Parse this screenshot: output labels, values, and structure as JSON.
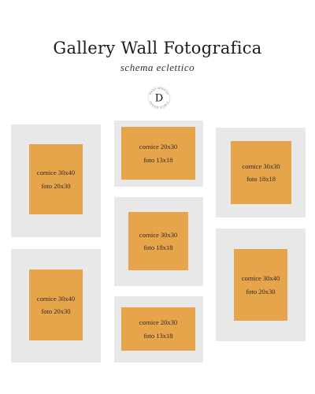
{
  "header": {
    "title": "Gallery Wall Fotografica",
    "subtitle": "schema eclettico"
  },
  "logo": {
    "letter": "D",
    "ring_top": "DIEGO INTERIOR",
    "ring_bottom": "DESIGN STUDIO"
  },
  "colors": {
    "frame": "#e8e8e8",
    "photo": "#e6a44b",
    "text": "#222222"
  },
  "frames": [
    {
      "id": "left-top",
      "frame_label": "cornice 30x40",
      "photo_label": "foto 20x30"
    },
    {
      "id": "center-top",
      "frame_label": "cornice 20x30",
      "photo_label": "foto 13x18"
    },
    {
      "id": "right-top",
      "frame_label": "cornice 30x30",
      "photo_label": "foto 18x18"
    },
    {
      "id": "center-middle",
      "frame_label": "cornice 30x30",
      "photo_label": "foto 18x18"
    },
    {
      "id": "left-bottom",
      "frame_label": "cornice 30x40",
      "photo_label": "foto 20x30"
    },
    {
      "id": "right-bottom",
      "frame_label": "cornice 30x40",
      "photo_label": "foto 20x30"
    },
    {
      "id": "center-bottom",
      "frame_label": "cornice 20x30",
      "photo_label": "foto 13x18"
    }
  ]
}
